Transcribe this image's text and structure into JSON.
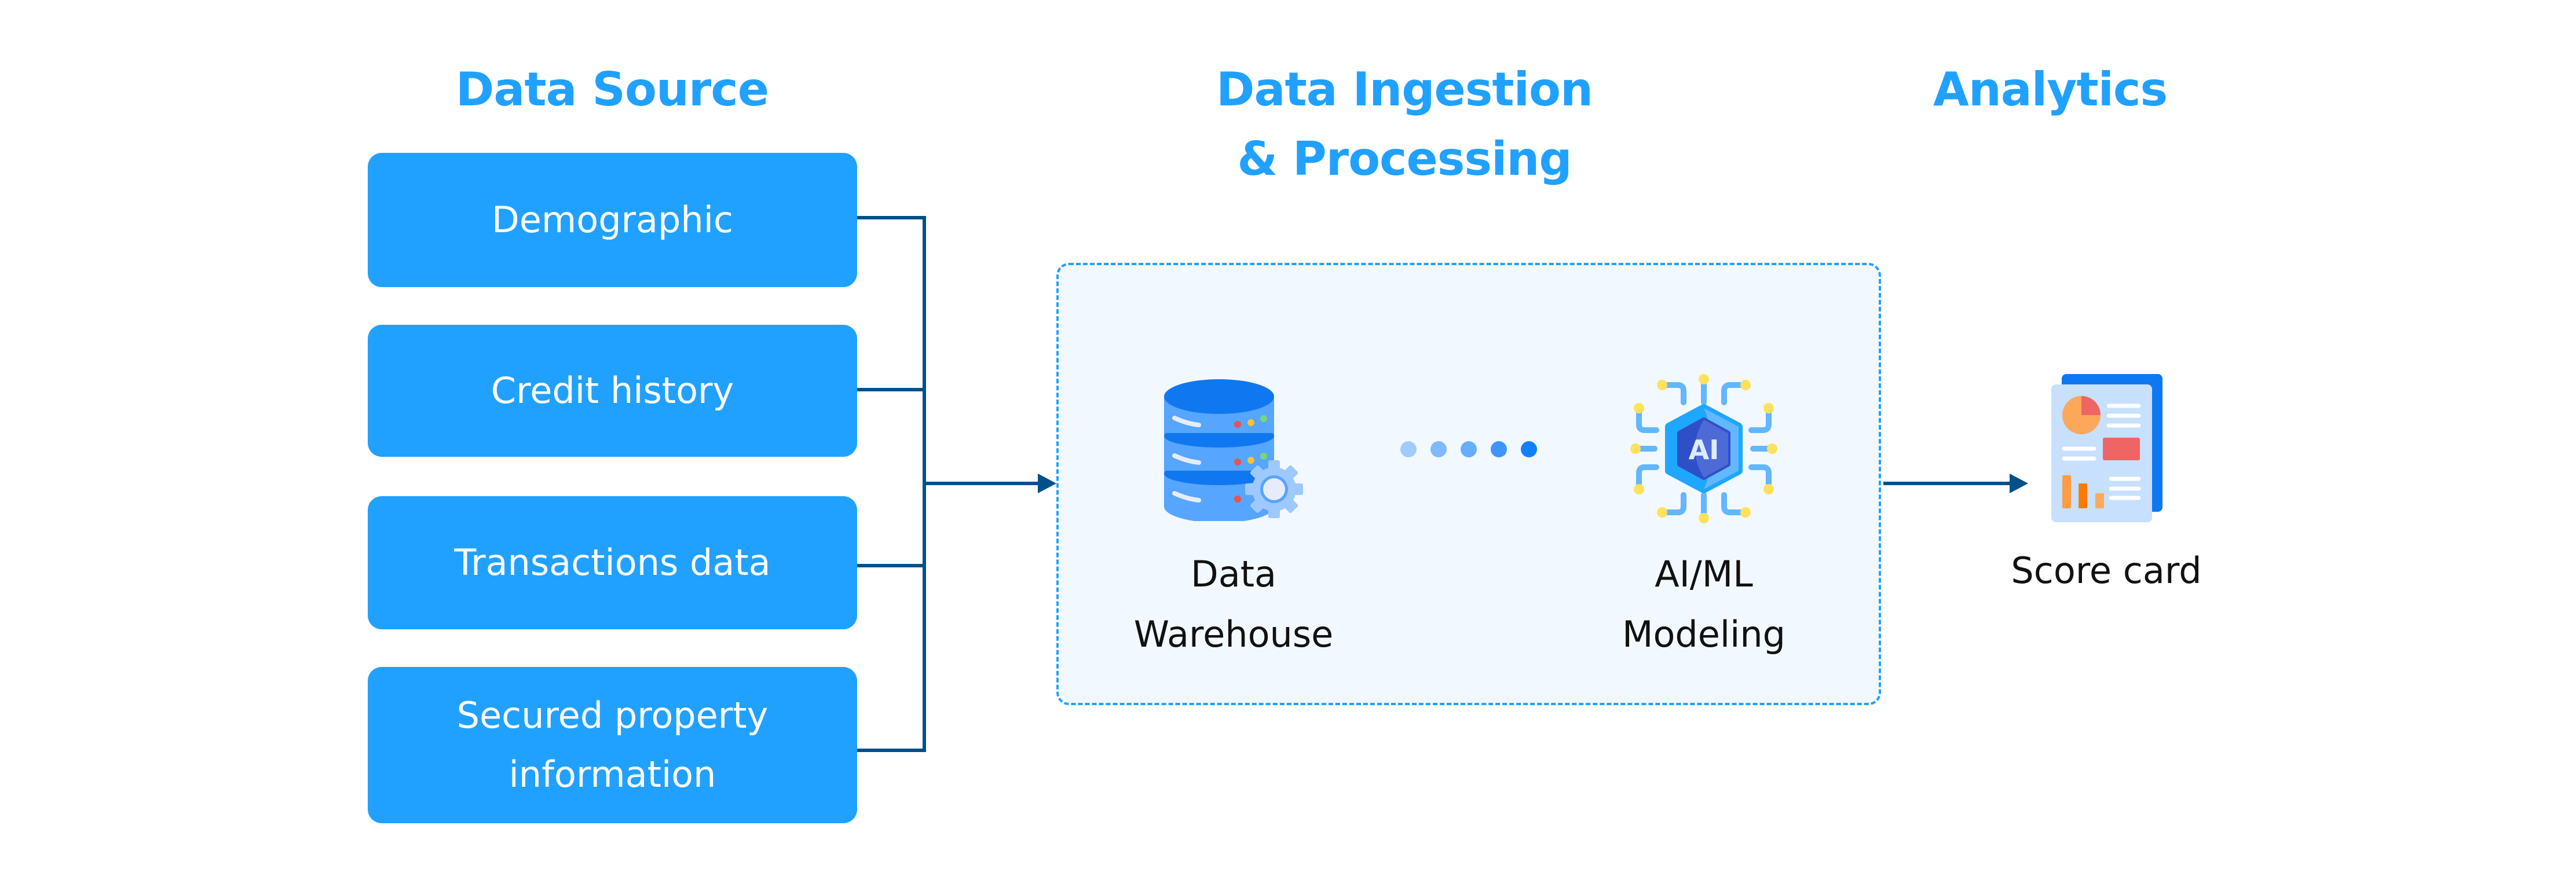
{
  "columns": {
    "data_source": {
      "title": "Data Source"
    },
    "ingestion": {
      "title_line1": "Data Ingestion",
      "title_line2": "& Processing"
    },
    "analytics": {
      "title": "Analytics"
    }
  },
  "sources": [
    {
      "label": "Demographic"
    },
    {
      "label": "Credit history"
    },
    {
      "label": "Transactions data"
    },
    {
      "label_line1": "Secured property",
      "label_line2": "information"
    }
  ],
  "processing": {
    "warehouse": {
      "icon": "database-gear-icon",
      "label_line1": "Data",
      "label_line2": "Warehouse"
    },
    "progress_dots": {
      "icon": "progress-dots-icon",
      "count": 5,
      "colors": [
        "#9fcbff",
        "#7fb9ff",
        "#66adff",
        "#3d96ff",
        "#1180ff"
      ]
    },
    "model": {
      "icon": "ai-chip-icon",
      "icon_text": "AI",
      "label_line1": "AI/ML",
      "label_line2": "Modeling"
    }
  },
  "output": {
    "icon": "scorecard-report-icon",
    "label": "Score card"
  },
  "colors": {
    "accent": "#21a1ff",
    "connector": "#00508a",
    "panel_bg": "#f2f8ff",
    "text": "#111111"
  }
}
